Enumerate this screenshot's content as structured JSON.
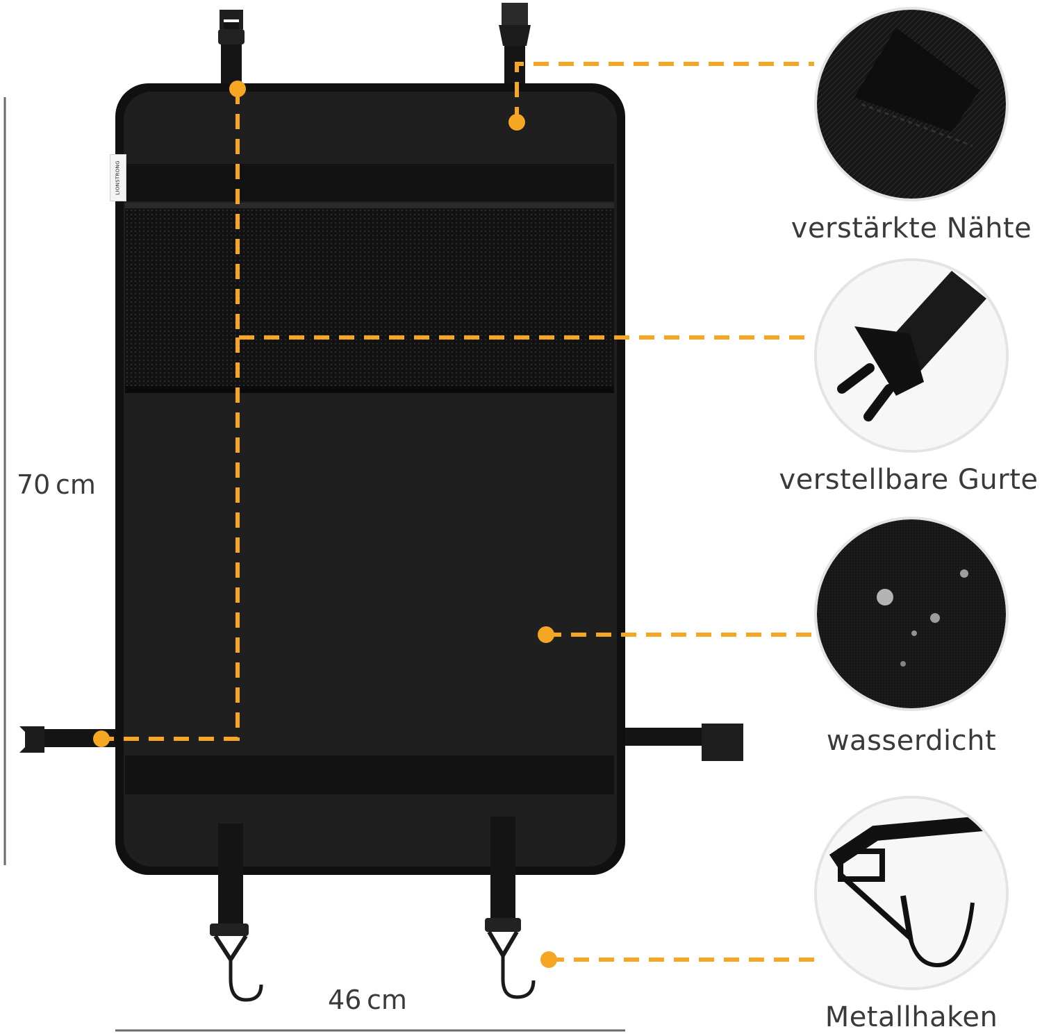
{
  "product": {
    "brand_tag": "LIONSTRONG"
  },
  "dimensions": {
    "height": "70 cm",
    "width": "46 cm"
  },
  "features": [
    {
      "label": "verstärkte Nähte",
      "icon": "reinforced-seam-icon"
    },
    {
      "label": "verstellbare Gurte",
      "icon": "buckle-strap-icon"
    },
    {
      "label": "wasserdicht",
      "icon": "water-drops-icon"
    },
    {
      "label": "Metallhaken",
      "icon": "metal-hook-icon"
    }
  ],
  "colors": {
    "accent": "#f5a623",
    "product": "#1b1b1b",
    "text": "#3a3a3a",
    "circle_border": "#e4e4e4"
  }
}
